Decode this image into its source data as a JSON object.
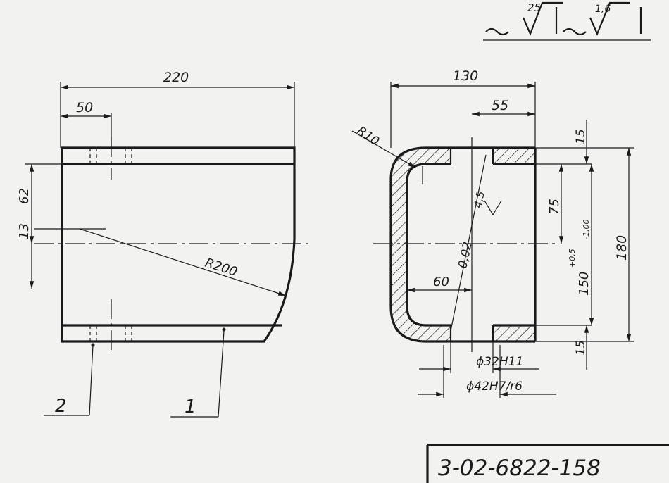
{
  "left_view": {
    "dim_width": "220",
    "dim_offset": "50",
    "dim_vertical_1": "62",
    "dim_vertical_2": "13",
    "dim_radius": "R200",
    "callout_1": "1",
    "callout_2": "2"
  },
  "right_view": {
    "dim_width": "130",
    "dim_inner": "55",
    "dim_radius": "R10",
    "dim_top_wall": "15",
    "dim_bottom_wall": "15",
    "dim_75": "75",
    "dim_150": "150",
    "dim_150_tol_upper": "+0,5",
    "dim_150_tol_lower": "-1,00",
    "dim_180": "180",
    "dim_60": "60",
    "flatness": "0,02",
    "diag_note": "4,5",
    "bore_1": "ϕ32H11",
    "bore_2": "ϕ42H7/r6"
  },
  "roughness": {
    "value_1": "25",
    "value_2": "1,6"
  },
  "title_block": {
    "drawing_number": "3-02-6822-158"
  }
}
